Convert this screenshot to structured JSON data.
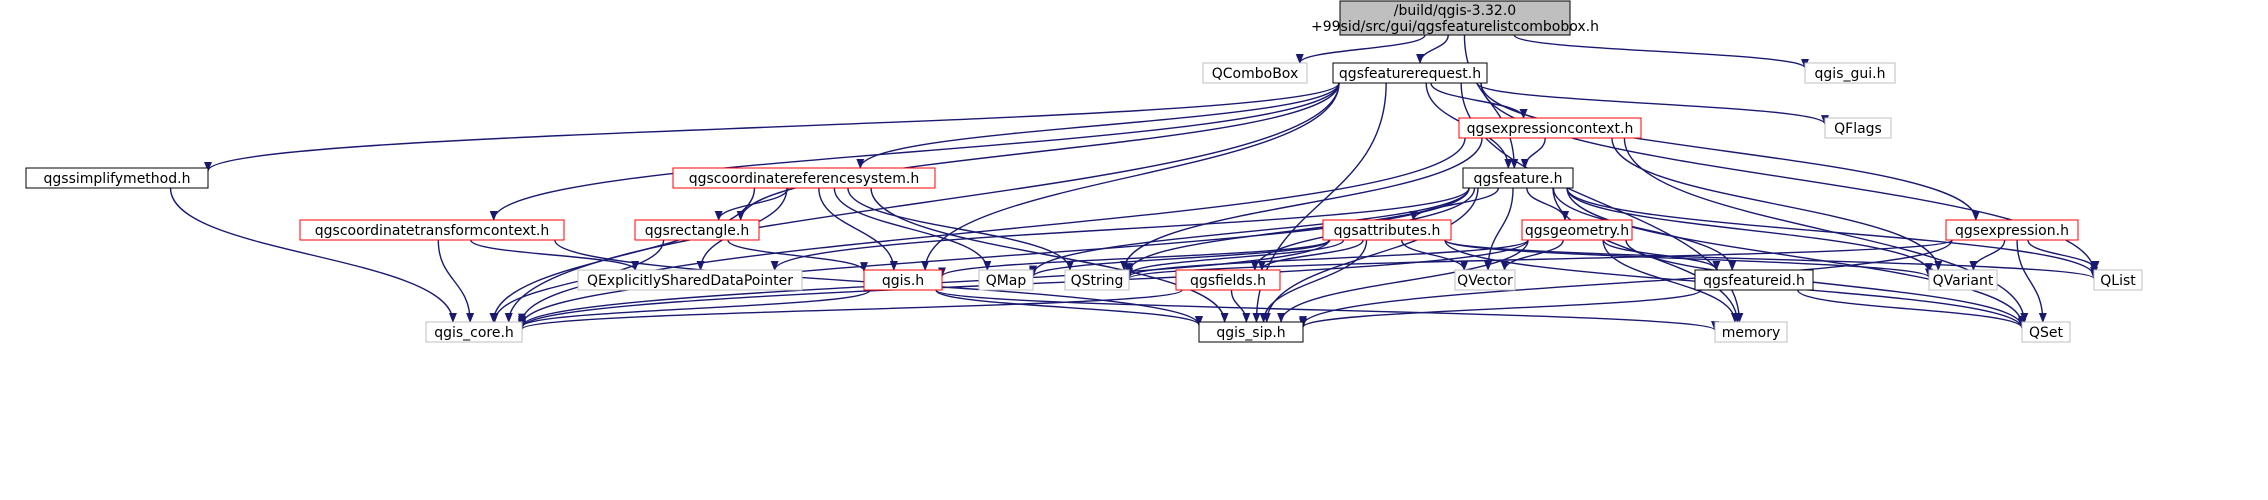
{
  "graph": {
    "root": "n_root",
    "colors": {
      "edge": "#191970",
      "root_fill": "#bfbfbf",
      "node_border": "#000000",
      "expandable_border": "#ff0000",
      "external_border": "#bfbfbf",
      "node_fill": "#ffffff"
    },
    "nodes": [
      {
        "id": "n_root",
        "lines": [
          "/build/qgis-3.32.0",
          "+99sid/src/gui/qgsfeaturelistcombobox.h"
        ],
        "kind": "root"
      },
      {
        "id": "n_qcombobox",
        "lines": [
          "QComboBox"
        ],
        "kind": "external"
      },
      {
        "id": "n_featurerequest",
        "lines": [
          "qgsfeaturerequest.h"
        ],
        "kind": "normal"
      },
      {
        "id": "n_qgis_gui",
        "lines": [
          "qgis_gui.h"
        ],
        "kind": "external"
      },
      {
        "id": "n_qflags",
        "lines": [
          "QFlags"
        ],
        "kind": "external"
      },
      {
        "id": "n_exprcontext",
        "lines": [
          "qgsexpressioncontext.h"
        ],
        "kind": "expandable"
      },
      {
        "id": "n_simplify",
        "lines": [
          "qgssimplifymethod.h"
        ],
        "kind": "normal"
      },
      {
        "id": "n_crs",
        "lines": [
          "qgscoordinatereferencesystem.h"
        ],
        "kind": "expandable"
      },
      {
        "id": "n_feature",
        "lines": [
          "qgsfeature.h"
        ],
        "kind": "normal"
      },
      {
        "id": "n_transformctx",
        "lines": [
          "qgscoordinatetransformcontext.h"
        ],
        "kind": "expandable"
      },
      {
        "id": "n_rectangle",
        "lines": [
          "qgsrectangle.h"
        ],
        "kind": "expandable"
      },
      {
        "id": "n_attributes",
        "lines": [
          "qgsattributes.h"
        ],
        "kind": "expandable"
      },
      {
        "id": "n_geometry",
        "lines": [
          "qgsgeometry.h"
        ],
        "kind": "expandable"
      },
      {
        "id": "n_expression",
        "lines": [
          "qgsexpression.h"
        ],
        "kind": "expandable"
      },
      {
        "id": "n_qesdp",
        "lines": [
          "QExplicitlySharedDataPointer"
        ],
        "kind": "external"
      },
      {
        "id": "n_qgis",
        "lines": [
          "qgis.h"
        ],
        "kind": "expandable"
      },
      {
        "id": "n_qmap",
        "lines": [
          "QMap"
        ],
        "kind": "external"
      },
      {
        "id": "n_qstring",
        "lines": [
          "QString"
        ],
        "kind": "external"
      },
      {
        "id": "n_fields",
        "lines": [
          "qgsfields.h"
        ],
        "kind": "expandable"
      },
      {
        "id": "n_qvector",
        "lines": [
          "QVector"
        ],
        "kind": "external"
      },
      {
        "id": "n_featureid",
        "lines": [
          "qgsfeatureid.h"
        ],
        "kind": "normal"
      },
      {
        "id": "n_qvariant",
        "lines": [
          "QVariant"
        ],
        "kind": "external"
      },
      {
        "id": "n_qlist",
        "lines": [
          "QList"
        ],
        "kind": "external"
      },
      {
        "id": "n_qgis_core",
        "lines": [
          "qgis_core.h"
        ],
        "kind": "external"
      },
      {
        "id": "n_qgis_sip",
        "lines": [
          "qgis_sip.h"
        ],
        "kind": "normal"
      },
      {
        "id": "n_memory",
        "lines": [
          "memory"
        ],
        "kind": "external"
      },
      {
        "id": "n_qset",
        "lines": [
          "QSet"
        ],
        "kind": "external"
      }
    ],
    "edges": [
      [
        "n_root",
        "n_qcombobox"
      ],
      [
        "n_root",
        "n_featurerequest"
      ],
      [
        "n_root",
        "n_qgis_gui"
      ],
      [
        "n_root",
        "n_feature"
      ],
      [
        "n_featurerequest",
        "n_qflags"
      ],
      [
        "n_featurerequest",
        "n_exprcontext"
      ],
      [
        "n_featurerequest",
        "n_simplify"
      ],
      [
        "n_featurerequest",
        "n_crs"
      ],
      [
        "n_featurerequest",
        "n_feature"
      ],
      [
        "n_featurerequest",
        "n_transformctx"
      ],
      [
        "n_featurerequest",
        "n_rectangle"
      ],
      [
        "n_featurerequest",
        "n_expression"
      ],
      [
        "n_featurerequest",
        "n_qgis"
      ],
      [
        "n_featurerequest",
        "n_qgis_core"
      ],
      [
        "n_featurerequest",
        "n_qgis_sip"
      ],
      [
        "n_featurerequest",
        "n_qlist"
      ],
      [
        "n_featurerequest",
        "n_memory"
      ],
      [
        "n_exprcontext",
        "n_feature"
      ],
      [
        "n_exprcontext",
        "n_qgis_core"
      ],
      [
        "n_exprcontext",
        "n_qstring"
      ],
      [
        "n_exprcontext",
        "n_qvariant"
      ],
      [
        "n_exprcontext",
        "n_qset"
      ],
      [
        "n_simplify",
        "n_qgis_core"
      ],
      [
        "n_crs",
        "n_rectangle"
      ],
      [
        "n_crs",
        "n_qgis"
      ],
      [
        "n_crs",
        "n_qmap"
      ],
      [
        "n_crs",
        "n_qstring"
      ],
      [
        "n_crs",
        "n_qesdp"
      ],
      [
        "n_crs",
        "n_qgis_core"
      ],
      [
        "n_crs",
        "n_qgis_sip"
      ],
      [
        "n_feature",
        "n_attributes"
      ],
      [
        "n_feature",
        "n_geometry"
      ],
      [
        "n_feature",
        "n_fields"
      ],
      [
        "n_feature",
        "n_featureid"
      ],
      [
        "n_feature",
        "n_qvector"
      ],
      [
        "n_feature",
        "n_qmap"
      ],
      [
        "n_feature",
        "n_qstring"
      ],
      [
        "n_feature",
        "n_qvariant"
      ],
      [
        "n_feature",
        "n_qlist"
      ],
      [
        "n_feature",
        "n_qset"
      ],
      [
        "n_feature",
        "n_qesdp"
      ],
      [
        "n_feature",
        "n_qgis_core"
      ],
      [
        "n_feature",
        "n_qgis_sip"
      ],
      [
        "n_feature",
        "n_memory"
      ],
      [
        "n_transformctx",
        "n_qesdp"
      ],
      [
        "n_transformctx",
        "n_qgis_core"
      ],
      [
        "n_transformctx",
        "n_qgis_sip"
      ],
      [
        "n_rectangle",
        "n_qgis"
      ],
      [
        "n_rectangle",
        "n_qgis_core"
      ],
      [
        "n_attributes",
        "n_qgis"
      ],
      [
        "n_attributes",
        "n_qmap"
      ],
      [
        "n_attributes",
        "n_qstring"
      ],
      [
        "n_attributes",
        "n_fields"
      ],
      [
        "n_attributes",
        "n_qvector"
      ],
      [
        "n_attributes",
        "n_qvariant"
      ],
      [
        "n_attributes",
        "n_qlist"
      ],
      [
        "n_attributes",
        "n_qset"
      ],
      [
        "n_attributes",
        "n_qgis_core"
      ],
      [
        "n_attributes",
        "n_qgis_sip"
      ],
      [
        "n_geometry",
        "n_qstring"
      ],
      [
        "n_geometry",
        "n_qvector"
      ],
      [
        "n_geometry",
        "n_featureid"
      ],
      [
        "n_geometry",
        "n_memory"
      ],
      [
        "n_geometry",
        "n_qset"
      ],
      [
        "n_geometry",
        "n_qgis_core"
      ],
      [
        "n_geometry",
        "n_qgis_sip"
      ],
      [
        "n_expression",
        "n_qstring"
      ],
      [
        "n_expression",
        "n_qvariant"
      ],
      [
        "n_expression",
        "n_qlist"
      ],
      [
        "n_expression",
        "n_qset"
      ],
      [
        "n_expression",
        "n_qgis_sip"
      ],
      [
        "n_qgis",
        "n_qgis_core"
      ],
      [
        "n_qgis",
        "n_qgis_sip"
      ],
      [
        "n_qgis",
        "n_memory"
      ],
      [
        "n_fields",
        "n_qgis_core"
      ],
      [
        "n_fields",
        "n_qgis_sip"
      ],
      [
        "n_featureid",
        "n_qgis_sip"
      ],
      [
        "n_featureid",
        "n_qset"
      ]
    ]
  }
}
